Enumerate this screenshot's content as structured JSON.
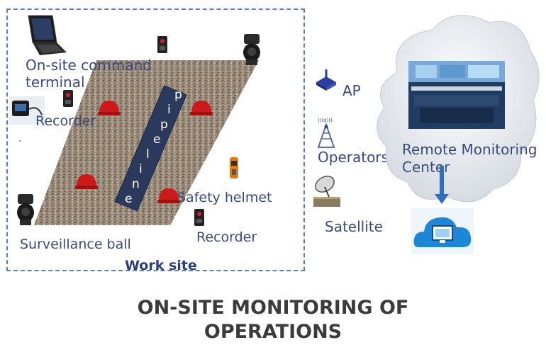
{
  "work_site": {
    "title": "Work site",
    "pipeline_letters": [
      "p",
      "i",
      "p",
      "e",
      "l",
      "i",
      "n",
      "e"
    ],
    "labels": {
      "command_terminal_line1": "On-site command",
      "command_terminal_line2": "terminal",
      "recorder_left": "Recorder",
      "safety_helmet": "Safety helmet",
      "recorder_right": "Recorder",
      "surveillance_ball": "Surveillance ball",
      "dot": "."
    }
  },
  "network": {
    "ap": "AP",
    "operators": "Operators",
    "satellite": "Satellite",
    "signal_tag": "(((o)))"
  },
  "remote": {
    "line1": "Remote Monitoring",
    "line2": "Center"
  },
  "main_title": {
    "line1": "ON-SITE MONITORING OF",
    "line2": "OPERATIONS"
  },
  "colors": {
    "label_text": "#3b4a7a",
    "dashed_border": "#5b7fb5",
    "pipeline": "#2b3a5c",
    "helmet": "#cc1a1a",
    "cloud_icon": "#1e86d6"
  }
}
